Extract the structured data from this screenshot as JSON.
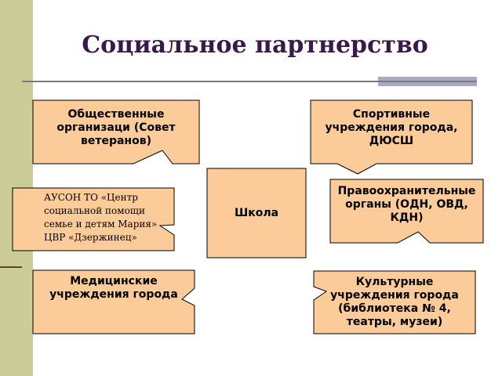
{
  "title": "Социальное партнерство",
  "colors": {
    "box_fill": "#fbcc99",
    "box_stroke": "#000000",
    "sidebar": "#cccc99",
    "title": "#3a1a4a"
  },
  "boxes": {
    "public_orgs": "Общественные\nорганизаци (Совет\nветеранов)",
    "sports": "Спортивные\nучреждения города,\nДЮСШ",
    "ayson": "АУСОН ТО «Центр\nсоциальной помощи\nсемье и детям Мария»\nЦВР «Дзержинец»",
    "school": "Школа",
    "law": "Правоохранительные\nорганы (ОДН, ОВД,\nКДН)",
    "medical": "Медицинские\nучреждения города",
    "culture": "Культурные\nучреждения города\n(библиотека № 4,\nтеатры, музеи)"
  }
}
